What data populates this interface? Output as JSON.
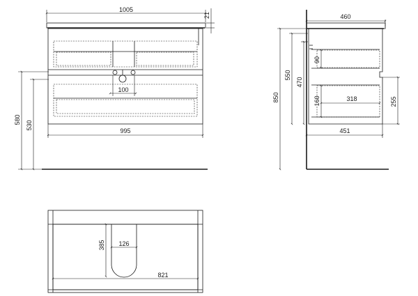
{
  "front_view": {
    "overall_width": "1005",
    "top_thickness": "21",
    "siphon_spacing": "100",
    "body_width": "995",
    "height_to_siphon": "580",
    "height_to_bottom": "530"
  },
  "side_view": {
    "overall_depth": "460",
    "total_height": "850",
    "mount_height": "550",
    "rail_height": "470",
    "upper_drawer_height": "90",
    "lower_drawer_height": "160",
    "drawer_depth": "318",
    "drawer_offset": "255",
    "body_depth": "451"
  },
  "top_view": {
    "cutout_depth": "385",
    "cutout_width": "126",
    "inner_width": "821"
  },
  "colors": {
    "line": "#1a1a1a",
    "background": "#ffffff"
  }
}
